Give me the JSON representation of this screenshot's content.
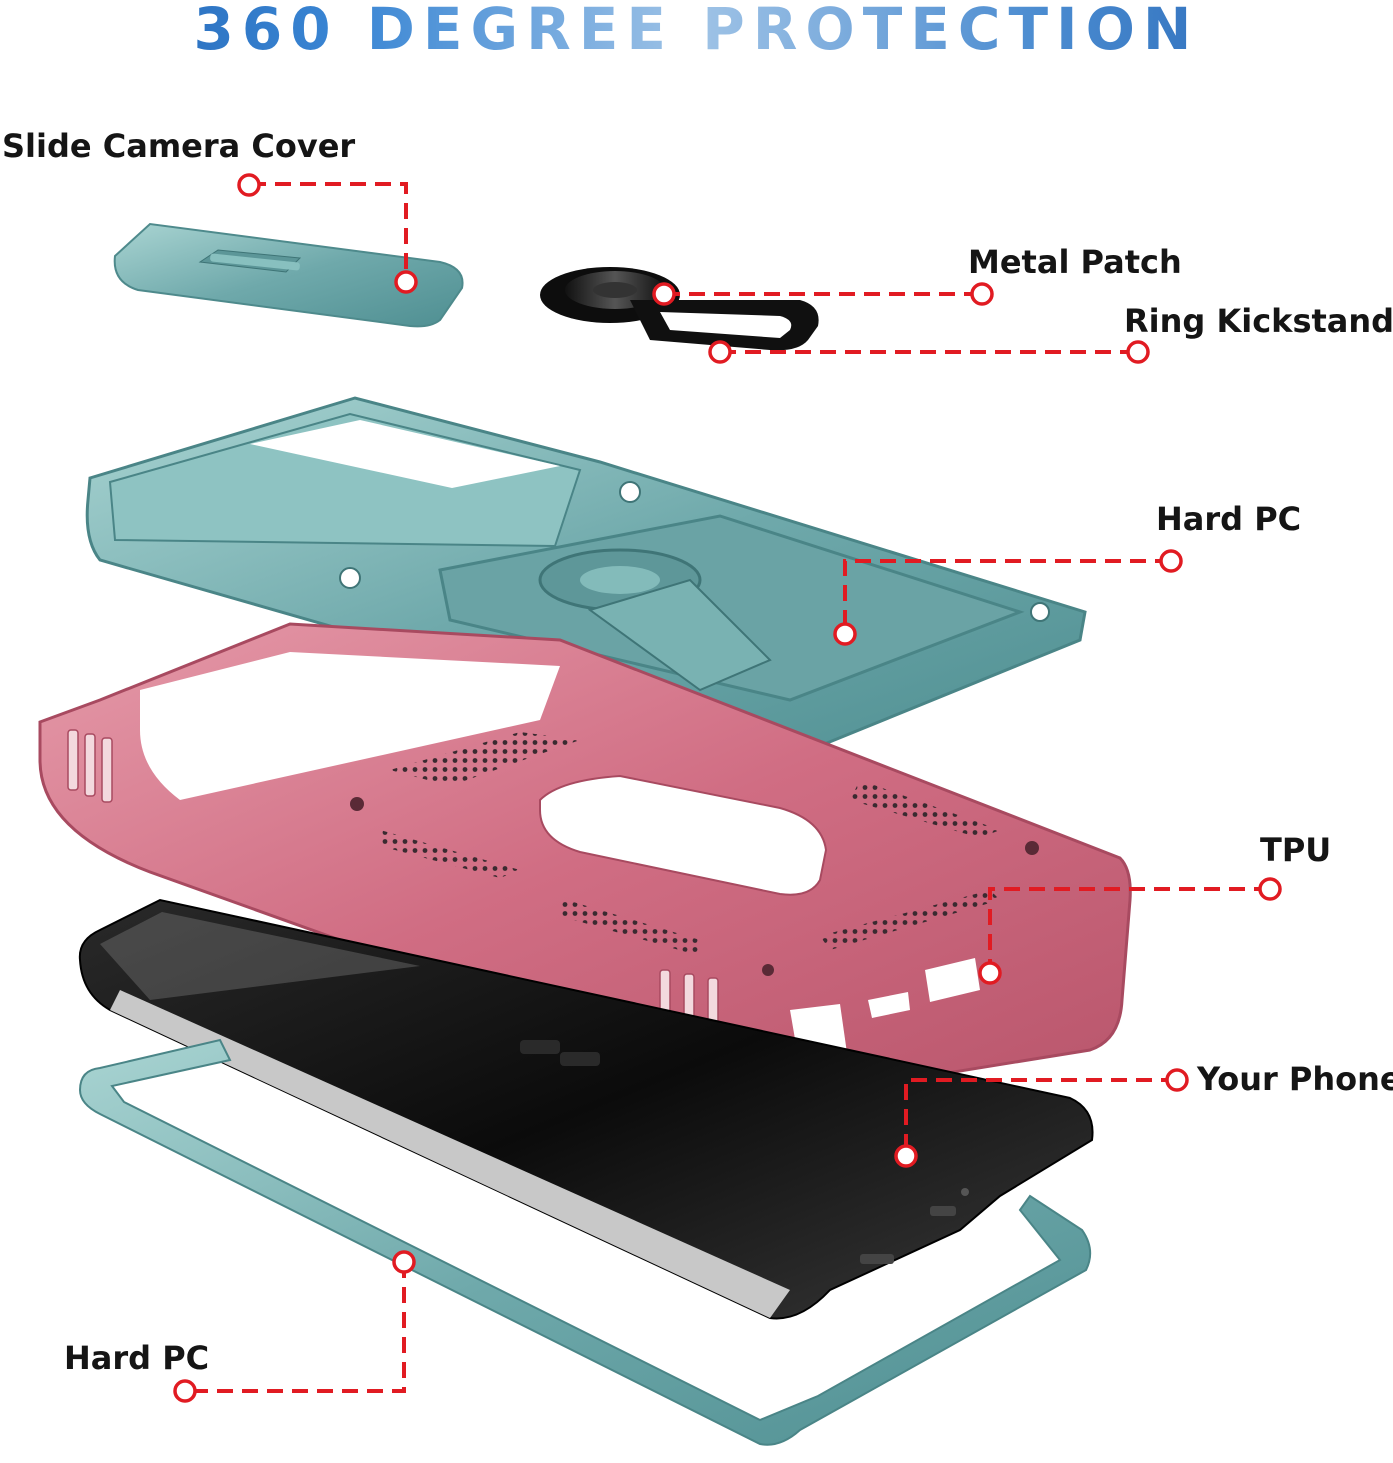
{
  "title": "360 DEGREE PROTECTION",
  "labels": {
    "slide_camera_cover": "Slide Camera Cover",
    "metal_patch": "Metal Patch",
    "ring_kickstand": "Ring Kickstand",
    "hard_pc_top": "Hard PC",
    "tpu": "TPU",
    "your_phone": "Your Phone",
    "hard_pc_bottom": "Hard PC"
  },
  "colors": {
    "title_blue": "#2f6fc0",
    "callout_red": "#e11b22",
    "teal_shell": "#7fb8b8",
    "pink_tpu": "#d46f86",
    "phone_black": "#111111"
  }
}
